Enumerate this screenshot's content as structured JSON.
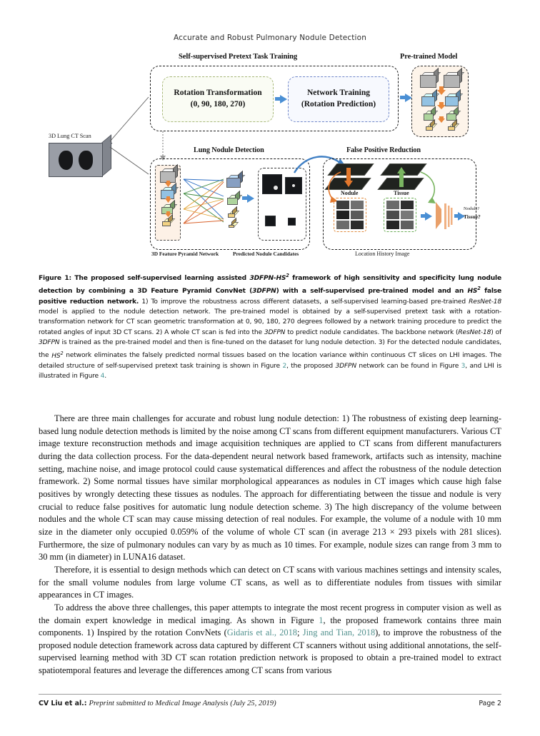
{
  "running_head": "Accurate and Robust Pulmonary Nodule Detection",
  "figure": {
    "sections": {
      "pretext_title": "Self-supervised Pretext Task Training",
      "pretrained_title": "Pre-trained Model",
      "lung_nodule_detection_title": "Lung Nodule Detection",
      "false_positive_reduction_title": "False Positive Reduction"
    },
    "boxes": {
      "rotation_line1": "Rotation Transformation",
      "rotation_line2": "(0, 90, 180, 270)",
      "network_line1": "Network Training",
      "network_line2": "(Rotation Prediction)"
    },
    "labels": {
      "ct_scan": "3D Lung CT Scan",
      "fpn": "3D Feature Pyramid Network",
      "candidates": "Predicted Nodule Candidates",
      "nodule": "Nodule",
      "tissue": "Tissue",
      "lhi": "Location History Image",
      "out_nodule": "Nodule?",
      "out_tissue": "Tissue?"
    },
    "colors": {
      "arrow_blue": "#4a8fd4",
      "nodule_orange": "#e08a3c",
      "tissue_green": "#6aab55",
      "rotation_border": "#a8b87a",
      "network_border": "#6f86c9",
      "pretrained_bg": "#fdf4ea"
    }
  },
  "caption": {
    "number": "Figure 1:",
    "bold_part": "The proposed self-supervised learning assisted 3DFPN-HS2 framework of high sensitivity and specificity lung nodule detection by combining a 3D Feature Pyramid ConvNet (3DFPN) with a self-supervised pre-trained model and an HS2 false positive reduction network.",
    "rest": "1) To improve the robustness across different datasets, a self-supervised learning-based pre-trained ResNet-18 model is applied to the nodule detection network. The pre-trained model is obtained by a self-supervised pretext task with a rotation-transformation network for CT scan geometric transformation at 0, 90, 180, 270 degrees followed by a network training procedure to predict the rotated angles of input 3D CT scans. 2) A whole CT scan is fed into the 3DFPN to predict nodule candidates. The backbone network (ResNet-18) of 3DFPN is trained as the pre-trained model and then is fine-tuned on the dataset for lung nodule detection. 3) For the detected nodule candidates, the HS2 network eliminates the falsely predicted normal tissues based on the location variance within continuous CT slices on LHI images. The detailed structure of self-supervised pretext task training is shown in Figure 2, the proposed 3DFPN network can be found in Figure 3, and LHI is illustrated in Figure 4.",
    "refs": [
      "2",
      "3",
      "4"
    ]
  },
  "body": {
    "paragraph_1": "There are three main challenges for accurate and robust lung nodule detection: 1) The robustness of existing deep learning-based lung nodule detection methods is limited by the noise among CT scans from different equipment manufacturers. Various CT image texture reconstruction methods and image acquisition techniques are applied to CT scans from different manufacturers during the data collection process. For the data-dependent neural network based framework, artifacts such as intensity, machine setting, machine noise, and image protocol could cause systematical differences and affect the robustness of the nodule detection framework. 2) Some normal tissues have similar morphological appearances as nodules in CT images which cause high false positives by wrongly detecting these tissues as nodules. The approach for differentiating between the tissue and nodule is very crucial to reduce false positives for automatic lung nodule detection scheme. 3) The high discrepancy of the volume between nodules and the whole CT scan may cause missing detection of real nodules. For example, the volume of a nodule with 10 mm size in the diameter only occupied 0.059% of the volume of whole CT scan (in average 213 × 293 pixels with 281 slices). Furthermore, the size of pulmonary nodules can vary by as much as 10 times. For example, nodule sizes can range from 3 mm to 30 mm (in diameter) in LUNA16 dataset.",
    "paragraph_2": "Therefore, it is essential to design methods which can detect on CT scans with various machines settings and intensity scales, for the small volume nodules from large volume CT scans, as well as to differentiate nodules from tissues with similar appearances in CT images.",
    "paragraph_3_a": "To address the above three challenges, this paper attempts to integrate the most recent progress in computer vision as well as the domain expert knowledge in medical imaging. As shown in Figure ",
    "paragraph_3_figref": "1",
    "paragraph_3_b": ", the proposed framework contains three main components. 1) Inspired by the rotation ConvNets (",
    "paragraph_3_cite1": "Gidaris et al., 2018",
    "paragraph_3_sep": "; ",
    "paragraph_3_cite2": "Jing and Tian, 2018",
    "paragraph_3_c": "), to improve the robustness of the proposed nodule detection framework across data captured by different CT scanners without using additional annotations, the self-supervised learning method with 3D CT scan rotation prediction network is proposed to obtain a pre-trained model to extract spatiotemporal features and leverage the differences among CT scans from various"
  },
  "footer": {
    "author": "CV Liu et al.:",
    "title": "Preprint submitted to Medical Image Analysis (July 25, 2019)",
    "page": "Page 2"
  }
}
